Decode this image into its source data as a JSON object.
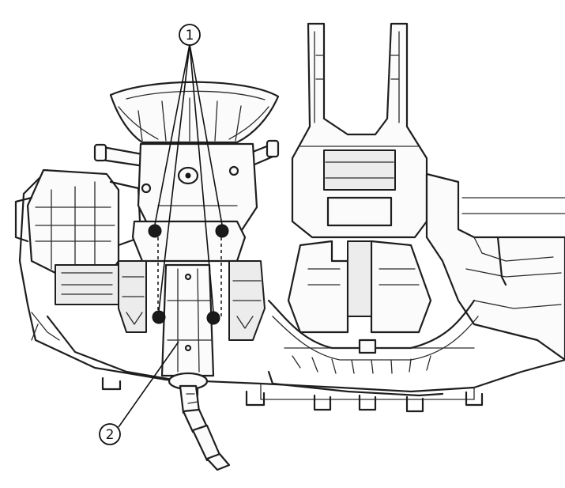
{
  "callouts": [
    {
      "id": "1",
      "label": "1"
    },
    {
      "id": "2",
      "label": "2"
    }
  ],
  "colors": {
    "ink": "#1e1e1e",
    "paper": "#ffffff",
    "shade": "#ececec"
  }
}
